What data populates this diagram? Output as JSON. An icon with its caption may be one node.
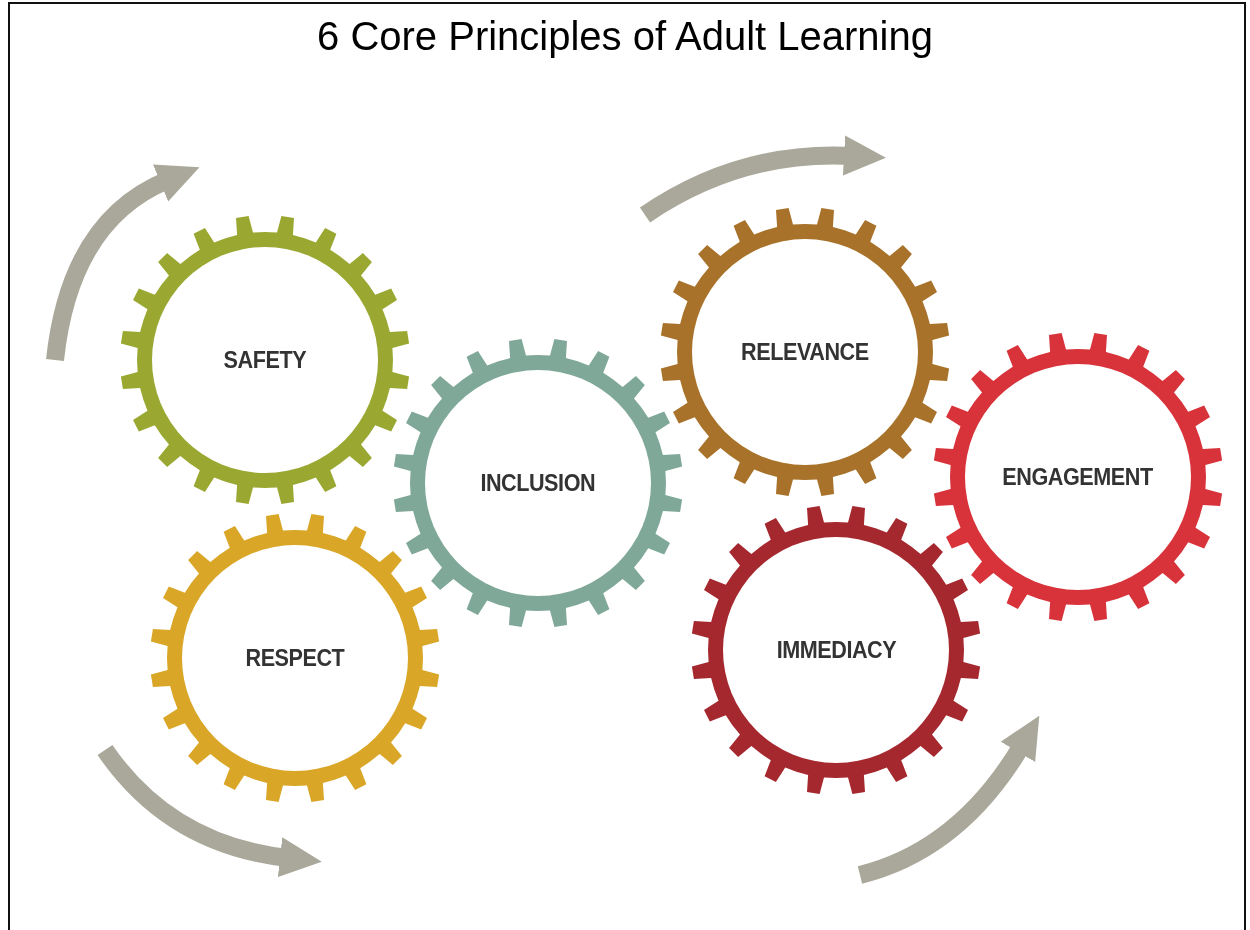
{
  "diagram": {
    "title": "6 Core Principles of Adult Learning",
    "nodes": [
      {
        "text": [
          "SAFETY"
        ]
      },
      {
        "text": [
          "RESPECT"
        ]
      },
      {
        "text": [
          "INCLUSION"
        ]
      },
      {
        "text": [
          "RELEVANCE"
        ]
      },
      {
        "text": [
          "IMMEDIACY"
        ]
      },
      {
        "text": [
          "ENGAGEMENT"
        ]
      }
    ]
  }
}
